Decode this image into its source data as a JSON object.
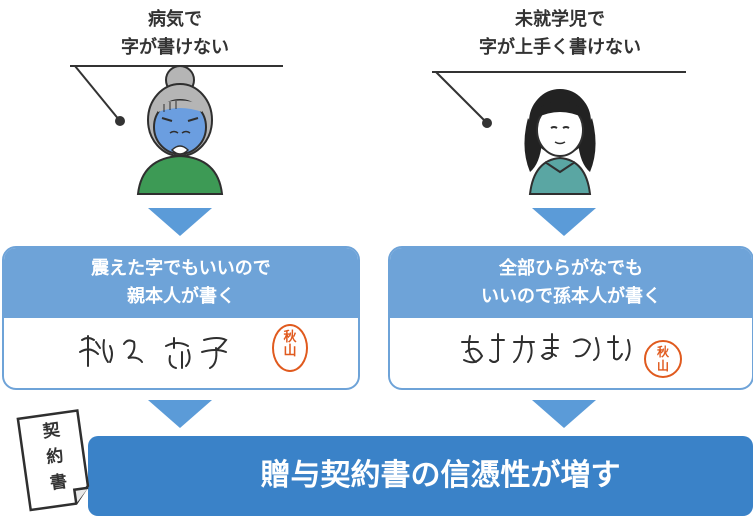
{
  "left": {
    "caption": [
      "病気で",
      "字が書けない"
    ],
    "card_title": [
      "震えた字でもいいので",
      "親本人が書く"
    ]
  },
  "right": {
    "caption": [
      "未就学児で",
      "字が上手く書けない"
    ],
    "card_title": [
      "全部ひらがなでも",
      "いいので孫本人が書く"
    ]
  },
  "stamp": [
    "秋",
    "山"
  ],
  "document": [
    "契",
    "約",
    "書"
  ],
  "banner": "贈与契約書の信憑性が増す",
  "colors": {
    "card_blue": "#6ea3d8",
    "arrow_blue": "#5b9bd8",
    "banner_blue": "#3a82c8",
    "stamp_red": "#e05a1e",
    "elder_shirt": "#3d9a55",
    "girl_shirt": "#5aa6a3",
    "face_blue": "#6b9ee0"
  }
}
